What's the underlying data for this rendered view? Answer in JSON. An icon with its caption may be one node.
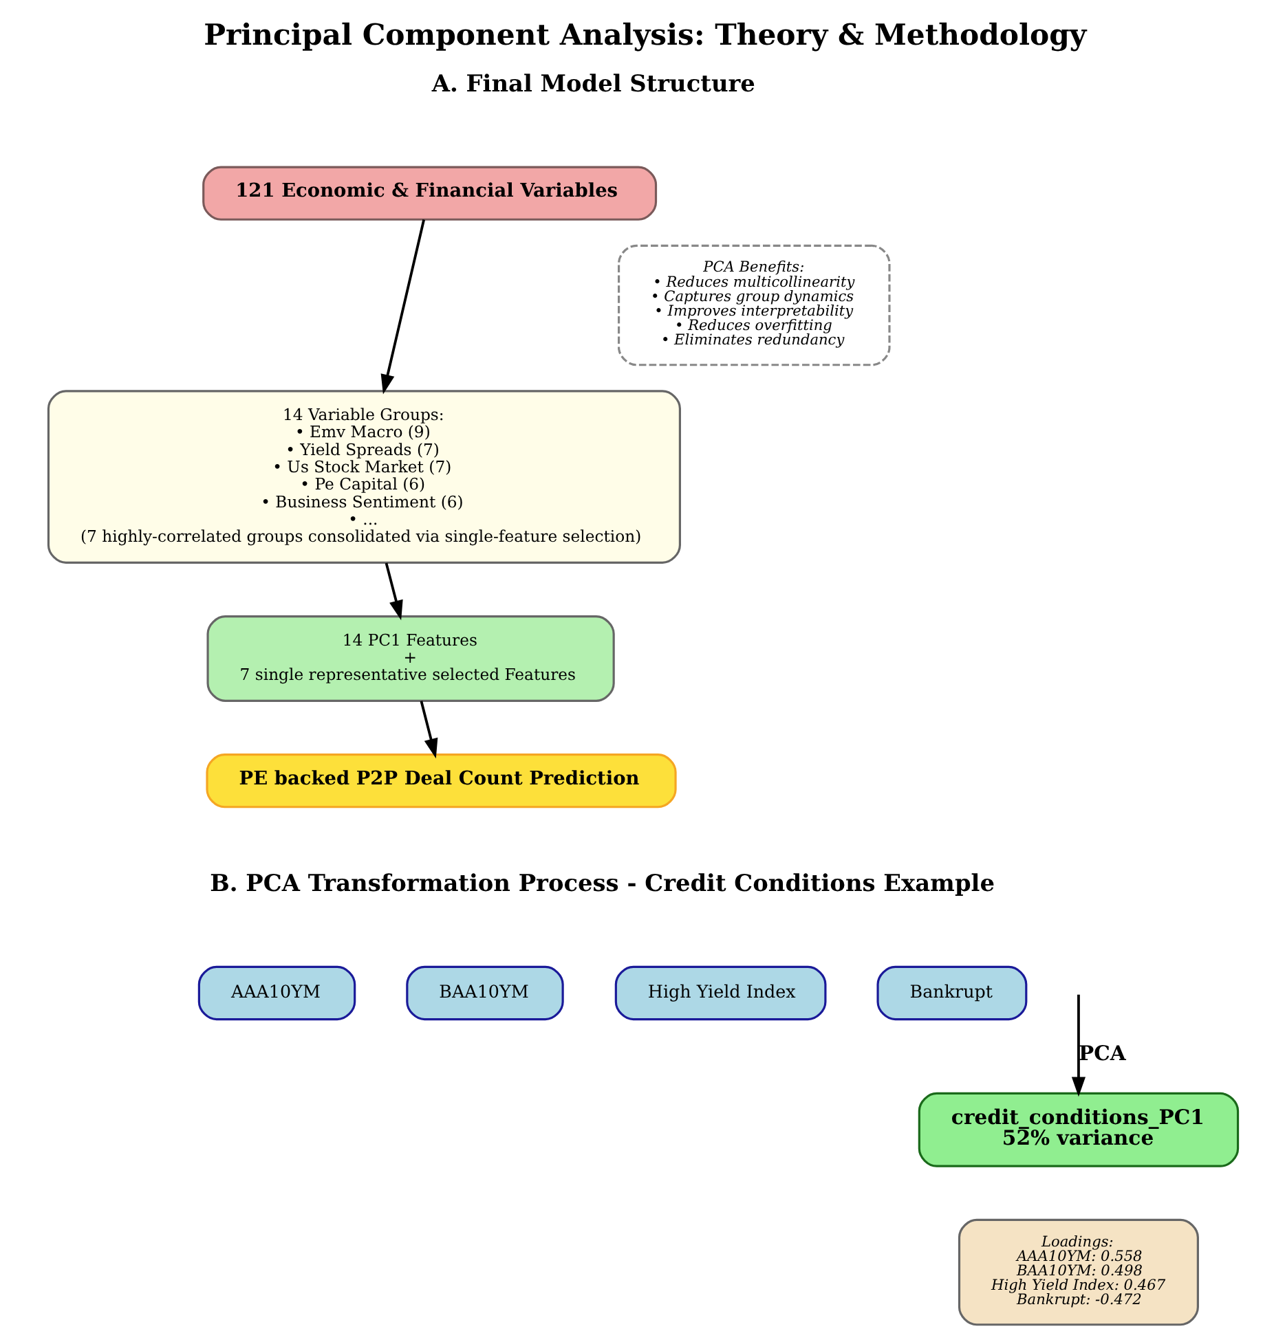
{
  "diagram": {
    "title": "Principal Component Analysis: Theory & Methodology",
    "nodes": [
      {
        "text": [
          "121 Economic & Financial Variables"
        ]
      },
      {
        "text": [
          "14 Variable Groups:",
          "• Emv Macro (9)",
          "• Yield Spreads (7)",
          "• Us Stock Market (7)",
          "• Pe Capital (6)",
          "• Business Sentiment (6)",
          "• ...",
          "(7 highly-correlated groups consolidated via single-feature selection)"
        ]
      },
      {
        "text": [
          "PCA Benefits:",
          "• Reduces multicollinearity",
          "• Captures group dynamics",
          "• Improves interpretability",
          "• Reduces overfitting",
          "• Eliminates redundancy"
        ]
      },
      {
        "text": [
          "14 PC1 Features",
          "+",
          "7 single representative selected Features"
        ]
      },
      {
        "text": [
          "PE backed P2P Deal Count Prediction"
        ]
      },
      {
        "text": [
          "AAA10YM"
        ]
      },
      {
        "text": [
          "BAA10YM"
        ]
      },
      {
        "text": [
          "High Yield Index"
        ]
      },
      {
        "text": [
          "Bankrupt"
        ]
      },
      {
        "text": [
          "credit_conditions_PC1",
          "52% variance"
        ]
      },
      {
        "text": [
          "Loadings:",
          "AAA10YM: 0.558",
          "BAA10YM: 0.498",
          "High Yield Index: 0.467",
          "Bankrupt: -0.472"
        ]
      }
    ],
    "edges": [
      {
        "from": 0,
        "to": 1,
        "arrow": "to"
      },
      {
        "from": 1,
        "to": 3,
        "arrow": "to"
      },
      {
        "from": 3,
        "to": 4,
        "arrow": "to"
      },
      {
        "from": null,
        "to": 9,
        "label": "PCA",
        "arrow": "to"
      }
    ],
    "labels": [
      "A. Final Model Structure",
      "B. PCA Transformation Process - Credit Conditions Example"
    ]
  }
}
